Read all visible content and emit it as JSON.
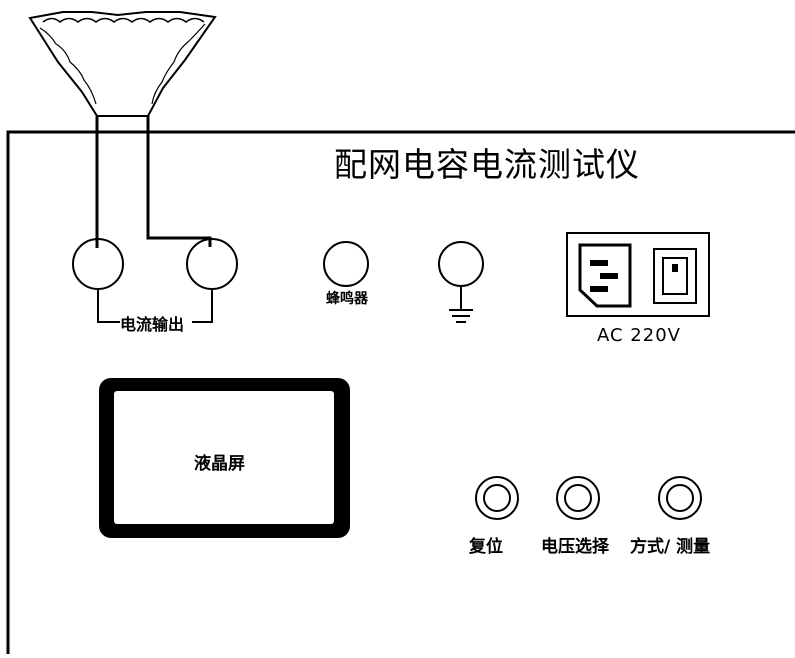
{
  "device": {
    "title": "配网电容电流测试仪",
    "labels": {
      "current_output": "电流输出",
      "buzzer": "蜂鸣器",
      "power": "AC 220V",
      "lcd": "液晶屏",
      "reset": "复位",
      "voltage_select": "电压选择",
      "mode_measure": "方式/ 测量"
    }
  }
}
